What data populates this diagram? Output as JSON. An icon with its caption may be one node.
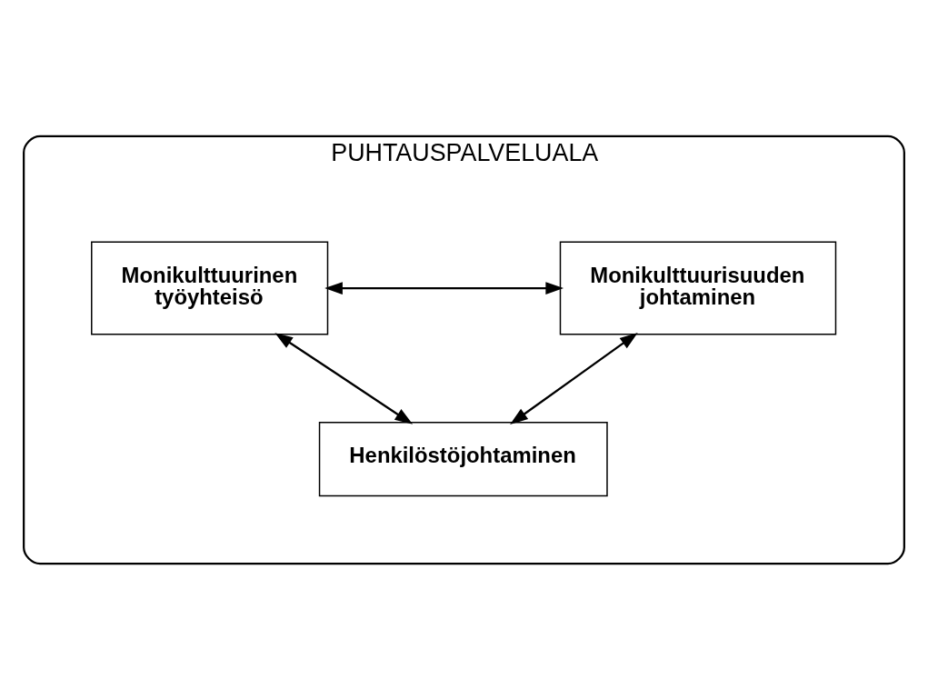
{
  "diagram": {
    "nodes": [
      {
        "text": [
          "PUHTAUSPALVELUALA"
        ]
      },
      {
        "text": [
          "Monikulttuurinen työyhteisö"
        ],
        "in": 0
      },
      {
        "text": [
          "Monikulttuurisuuden johtaminen"
        ],
        "in": 0
      },
      {
        "text": [
          "Henkilöstöjohtaminen"
        ],
        "in": 0
      }
    ],
    "edges": [
      {
        "from": 1,
        "to": 2,
        "arrow": "both"
      },
      {
        "from": 1,
        "to": 3,
        "arrow": "both"
      },
      {
        "from": 2,
        "to": 3,
        "arrow": "both"
      }
    ]
  }
}
